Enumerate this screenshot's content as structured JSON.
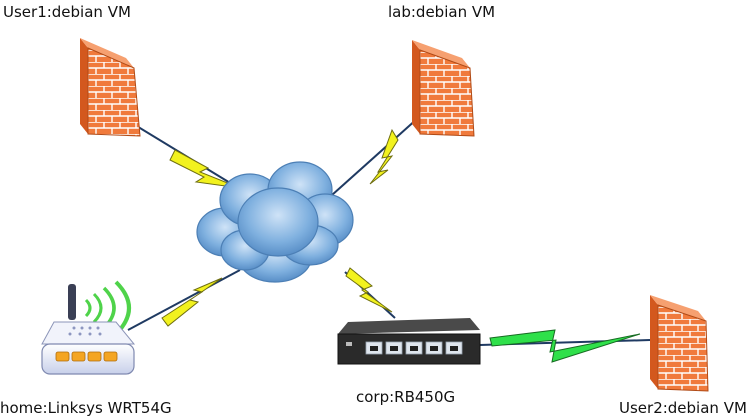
{
  "nodes": {
    "user1": {
      "label": "User1:debian VM",
      "icon": "firewall-icon"
    },
    "lab": {
      "label": "lab:debian VM",
      "icon": "firewall-icon"
    },
    "home": {
      "label": "home:Linksys WRT54G",
      "icon": "wireless-router-icon"
    },
    "corp": {
      "label": "corp:RB450G",
      "icon": "network-switch-icon"
    },
    "user2": {
      "label": "User2:debian VM",
      "icon": "firewall-icon"
    },
    "cloud": {
      "icon": "cloud-icon"
    }
  },
  "links": [
    {
      "from": "user1",
      "to": "cloud",
      "type": "wan-lightning"
    },
    {
      "from": "lab",
      "to": "cloud",
      "type": "wan-lightning"
    },
    {
      "from": "home",
      "to": "cloud",
      "type": "wan-lightning"
    },
    {
      "from": "corp",
      "to": "cloud",
      "type": "wan-lightning"
    },
    {
      "from": "corp",
      "to": "user2",
      "type": "wan-lightning"
    }
  ],
  "colors": {
    "firewall_brick": "#f07a3c",
    "firewall_mortar": "#ffffff",
    "cloud_blue": "#6fa3d6",
    "lightning_yellow": "#f2f21e",
    "lightning_green": "#2fe04a",
    "router_body": "#e8ecf8",
    "router_led": "#f4a522",
    "signal_green": "#4fd34a",
    "switch_body": "#2a2a2a"
  }
}
